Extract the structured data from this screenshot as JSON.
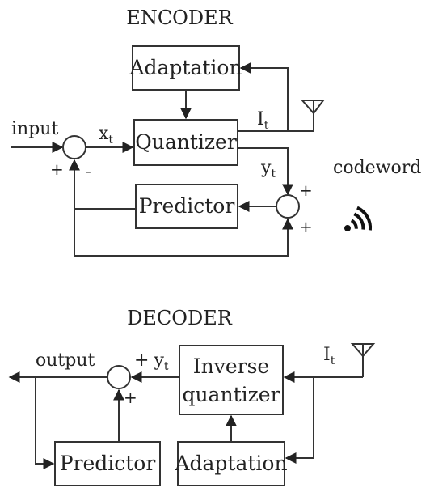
{
  "encoder": {
    "title": "ENCODER",
    "adaptation_label": "Adaptation",
    "quantizer_label": "Quantizer",
    "predictor_label": "Predictor",
    "input_label": "input",
    "x_label": "x",
    "x_sub": "t",
    "i_label": "I",
    "i_sub": "t",
    "y_label": "y",
    "y_sub": "t",
    "sum1_plus": "+",
    "sum1_minus": "-",
    "sum2_plus_top": "+",
    "sum2_plus_bottom": "+"
  },
  "channel": {
    "codeword_label": "codeword",
    "icon": "wireless-signal-icon"
  },
  "decoder": {
    "title": "DECODER",
    "inverse_line1": "Inverse",
    "inverse_line2": "quantizer",
    "adaptation_label": "Adaptation",
    "predictor_label": "Predictor",
    "output_label": "output",
    "y_prefix": "+",
    "y_label": "y",
    "y_sub": "t",
    "i_label": "I",
    "i_sub": "t",
    "sum_plus_bottom": "+"
  }
}
